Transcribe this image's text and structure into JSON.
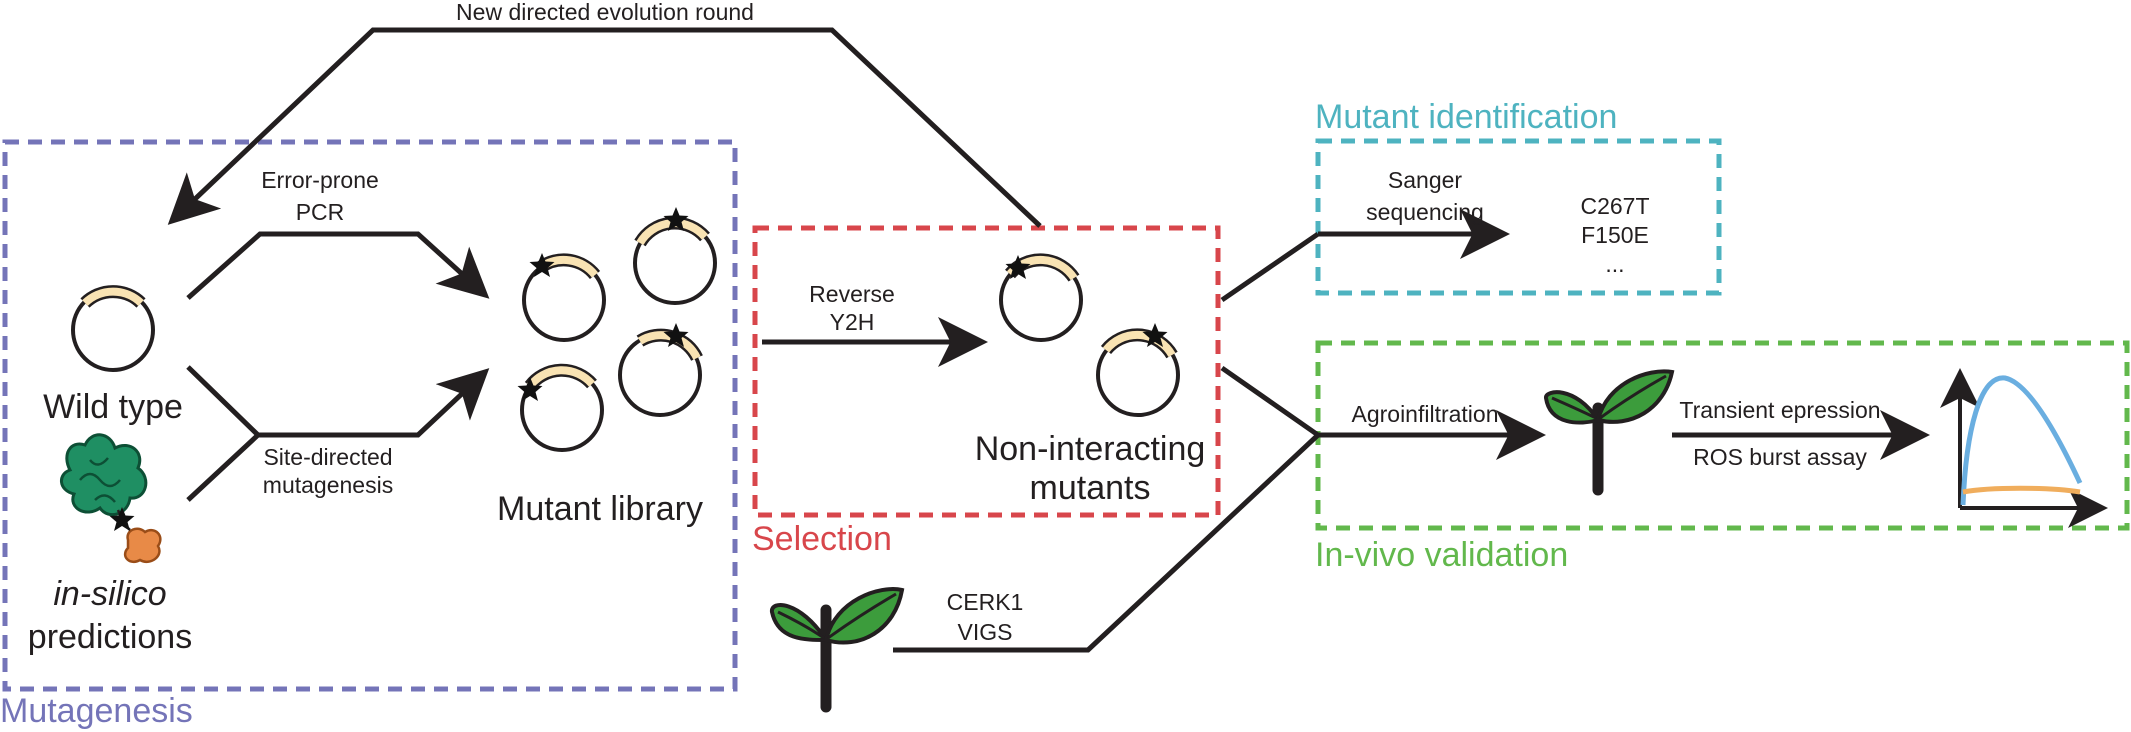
{
  "colors": {
    "mutagenesis": "#7474b8",
    "selection": "#d8464b",
    "identification": "#4eb3c0",
    "validation": "#62b84c",
    "ink": "#231f20",
    "plasmid_insert": "#f9e3b3",
    "leaf": "#3c9c3c",
    "curve_high": "#6aaee0",
    "curve_low": "#f0ad5c",
    "protein_main": "#1f8f63",
    "protein_small": "#e88a47"
  },
  "icons": [
    "plasmid-icon",
    "mutation-star-icon",
    "protein-structure-icon",
    "plant-seedling-icon",
    "ros-burst-chart-icon"
  ],
  "panels": {
    "mutagenesis": {
      "title": "Mutagenesis",
      "wild_type": "Wild type",
      "insilico_italic": "in-silico",
      "predictions": "predictions",
      "error_prone_1": "Error-prone",
      "error_prone_2": "PCR",
      "site_directed_1": "Site-directed",
      "site_directed_2": "mutagenesis",
      "mutant_library": "Mutant library"
    },
    "selection": {
      "title": "Selection",
      "reverse_1": "Reverse",
      "reverse_2": "Y2H",
      "non_interacting_1": "Non-interacting",
      "non_interacting_2": "mutants"
    },
    "identification": {
      "title": "Mutant identification",
      "sanger_1": "Sanger",
      "sanger_2": "sequencing",
      "mutations": [
        "C267T",
        "F150E",
        "..."
      ]
    },
    "validation": {
      "title": "In-vivo validation",
      "agro": "Agroinfiltration",
      "transient": "Transient epression",
      "ros": "ROS burst assay"
    }
  },
  "loop_label": "New directed evolution round",
  "cerk1_1": "CERK1",
  "cerk1_2": "VIGS"
}
